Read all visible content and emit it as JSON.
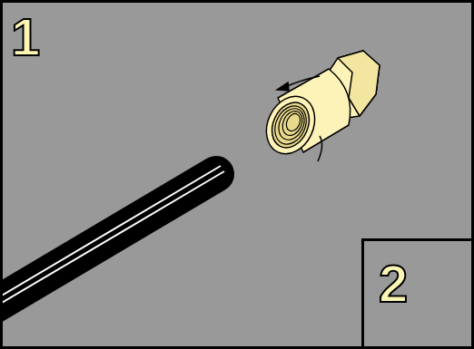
{
  "diagram": {
    "nodes": [
      {
        "text": [
          "1"
        ]
      },
      {
        "text": [
          "2"
        ],
        "in": 0
      }
    ]
  }
}
